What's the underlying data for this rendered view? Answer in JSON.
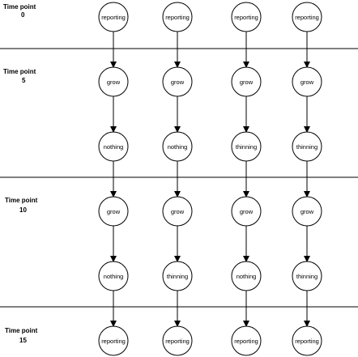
{
  "time_points": [
    {
      "label_line1": "Time point",
      "label_line2": "0"
    },
    {
      "label_line1": "Time point",
      "label_line2": "5"
    },
    {
      "label_line1": "Time point",
      "label_line2": "10"
    },
    {
      "label_line1": "Time point",
      "label_line2": "15"
    }
  ],
  "columns": [
    {
      "steps": [
        "reporting",
        "grow",
        "nothing",
        "grow",
        "nothing",
        "reporting"
      ]
    },
    {
      "steps": [
        "reporting",
        "grow",
        "nothing",
        "grow",
        "thinning",
        "reporting"
      ]
    },
    {
      "steps": [
        "reporting",
        "grow",
        "thinning",
        "grow",
        "nothing",
        "reporting"
      ]
    },
    {
      "steps": [
        "reporting",
        "grow",
        "thinning",
        "grow",
        "thinning",
        "reporting"
      ]
    }
  ],
  "colors": {
    "stroke": "#000000",
    "fill": "#ffffff",
    "background": "#ffffff"
  }
}
